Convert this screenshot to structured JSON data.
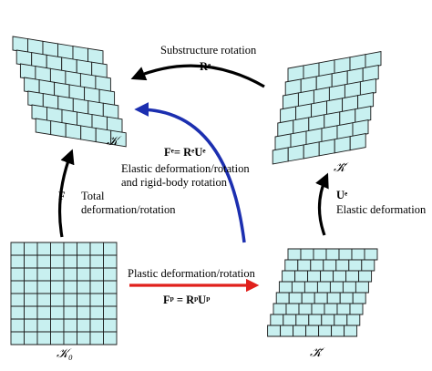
{
  "configurations": {
    "current": "𝒦",
    "initial": "𝒦₀",
    "intermediate": "𝒦̃",
    "intermediate_bar": "𝒦̄"
  },
  "transitions": {
    "substructure": {
      "label": "Substructure rotation",
      "symbol": "Rᵉ"
    },
    "elastic_full": {
      "formula": "Fᵉ= RᵉUᵉ",
      "line1": "Elastic deformation/rotation",
      "line2": "and  rigid-body rotation"
    },
    "total": {
      "symbol": "F",
      "line1": "Total",
      "line2": "deformation/rotation"
    },
    "elastic": {
      "symbol": "Uᵉ",
      "label": "Elastic deformation"
    },
    "plastic": {
      "label": "Plastic deformation/rotation",
      "formula": "Fᵖ = RᵖUᵖ"
    }
  },
  "colors": {
    "grid_fill": "#c8f0f0",
    "grid_stroke": "#1a1a1a",
    "arrow_black": "#000000",
    "arrow_blue": "#1c2fb0",
    "arrow_red": "#e0201c"
  }
}
